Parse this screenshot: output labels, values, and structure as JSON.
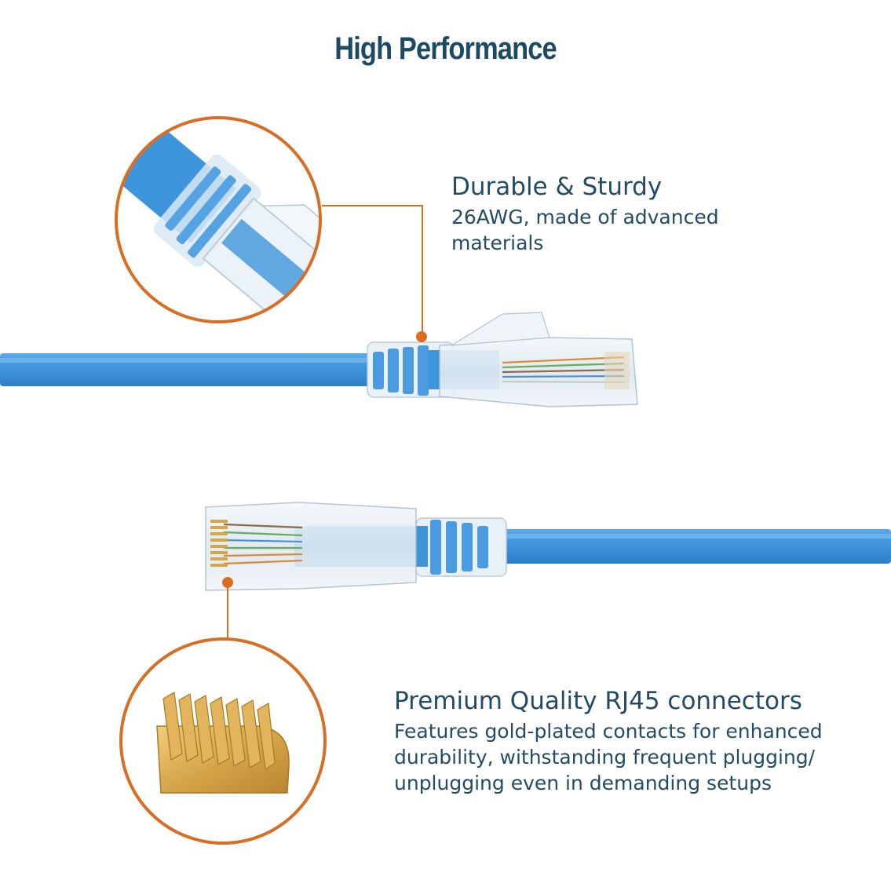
{
  "title": "High Performance",
  "features": [
    {
      "heading": "Durable & Sturdy",
      "description": "26AWG, made of advanced materials"
    },
    {
      "heading": "Premium Quality RJ45 connectors",
      "description": "Features gold-plated contacts for enhanced durability, withstanding frequent plugging/ unplugging even in demanding setups"
    }
  ],
  "colors": {
    "accent_orange": "#d86e24",
    "cable_blue": "#3f95dc",
    "heading_navy": "#1d4a63",
    "gold": "#d4a548"
  },
  "icons": [
    "cable-boot-closeup",
    "rj45-connector",
    "gold-contacts-closeup"
  ]
}
